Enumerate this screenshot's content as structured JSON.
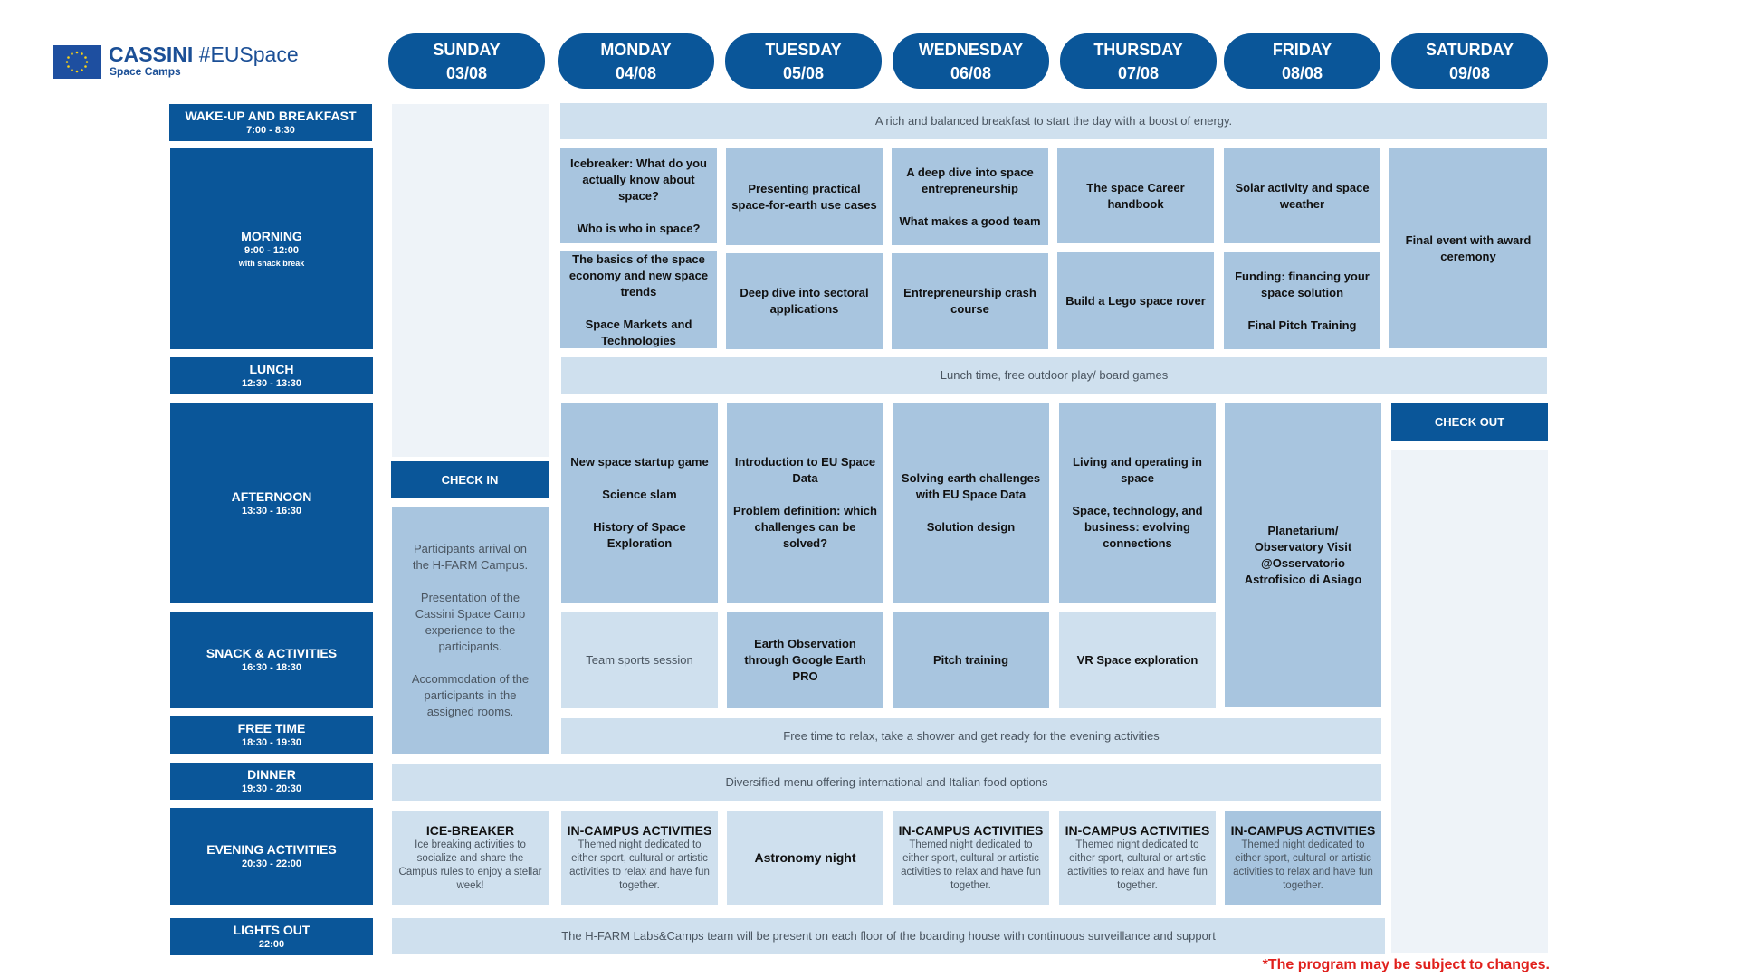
{
  "logo": {
    "title": "CASSINI",
    "hashtag": "#EUSpace",
    "subtitle": "Space Camps"
  },
  "days": [
    {
      "name": "SUNDAY",
      "date": "03/08"
    },
    {
      "name": "MONDAY",
      "date": "04/08"
    },
    {
      "name": "TUESDAY",
      "date": "05/08"
    },
    {
      "name": "WEDNESDAY",
      "date": "06/08"
    },
    {
      "name": "THURSDAY",
      "date": "07/08"
    },
    {
      "name": "FRIDAY",
      "date": "08/08"
    },
    {
      "name": "SATURDAY",
      "date": "09/08"
    }
  ],
  "slots": {
    "breakfast": {
      "name": "WAKE-UP AND BREAKFAST",
      "time": "7:00 - 8:30"
    },
    "morning": {
      "name": "MORNING",
      "time": "9:00 - 12:00",
      "note": "with snack break"
    },
    "lunch": {
      "name": "LUNCH",
      "time": "12:30 - 13:30"
    },
    "afternoon": {
      "name": "AFTERNOON",
      "time": "13:30 - 16:30"
    },
    "snack": {
      "name": "SNACK & ACTIVITIES",
      "time": "16:30 - 18:30"
    },
    "free": {
      "name": "FREE TIME",
      "time": "18:30 - 19:30"
    },
    "dinner": {
      "name": "DINNER",
      "time": "19:30 - 20:30"
    },
    "evening": {
      "name": "EVENING ACTIVITIES",
      "time": "20:30 - 22:00"
    },
    "lights": {
      "name": "LIGHTS OUT",
      "time": "22:00"
    }
  },
  "banners": {
    "breakfast": "A rich and balanced breakfast to start the day with a boost of energy.",
    "lunch": "Lunch time, free outdoor play/ board games",
    "free": "Free time to relax, take a shower and get ready for the evening activities",
    "dinner": "Diversified menu offering international and Italian food options",
    "lights": "The H-FARM Labs&Camps team will be present on each floor of the boarding house with continuous surveillance and support"
  },
  "morning": {
    "mon1": "Icebreaker: What do you actually know about space?\n\nWho is who in space?",
    "mon2": "The basics of the space economy and new space trends\n\nSpace Markets and Technologies",
    "tue1": "Presenting practical space-for-earth use cases",
    "tue2": "Deep dive into sectoral applications",
    "wed1": "A deep dive into space entrepreneurship\n\nWhat makes a good team",
    "wed2": "Entrepreneurship crash course",
    "thu1": "The space Career handbook",
    "thu2": "Build a Lego space rover",
    "fri1": "Solar activity and space weather",
    "fri2": "Funding: financing your space solution\n\nFinal Pitch Training",
    "sat": "Final event with award ceremony"
  },
  "sunday": {
    "checkin": "CHECK IN",
    "info": "Participants arrival on the H-FARM Campus.\n\nPresentation of the Cassini Space Camp experience to the participants.\n\nAccommodation of the participants in the assigned rooms."
  },
  "afternoon": {
    "mon": "New space startup game\n\nScience slam\n\nHistory of Space Exploration",
    "tue": "Introduction to EU Space Data\n\nProblem definition: which challenges can be solved?",
    "wed": "Solving earth challenges with EU Space Data\n\nSolution design",
    "thu": "Living and operating in space\n\nSpace, technology, and business: evolving connections",
    "fri": "Planetarium/ Observatory Visit @Osservatorio Astrofisico di Asiago",
    "sat_checkout": "CHECK OUT"
  },
  "snack": {
    "mon": "Team sports session",
    "tue": "Earth Observation through Google Earth PRO",
    "wed": "Pitch training",
    "thu": "VR Space exploration"
  },
  "evening": {
    "sun": {
      "title": "ICE-BREAKER",
      "desc": "Ice breaking activities to socialize and share the Campus rules to enjoy a stellar week!"
    },
    "mon": {
      "title": "IN-CAMPUS ACTIVITIES",
      "desc": "Themed night dedicated to either sport, cultural or artistic activities to relax and have fun together."
    },
    "tue": {
      "title": "Astronomy night"
    },
    "wed": {
      "title": "IN-CAMPUS ACTIVITIES",
      "desc": "Themed night dedicated to either sport, cultural or artistic activities to relax and have fun together."
    },
    "thu": {
      "title": "IN-CAMPUS ACTIVITIES",
      "desc": "Themed night dedicated to either sport, cultural or artistic activities to relax and have fun together."
    },
    "fri": {
      "title": "IN-CAMPUS ACTIVITIES",
      "desc": "Themed night dedicated to either sport, cultural or artistic activities to relax and have fun together."
    }
  },
  "disclaimer": "*The program may be subject to changes.",
  "colors": {
    "primary": "#0a5699",
    "cell_dark": "#a8c5df",
    "cell_light": "#cfe0ee",
    "cell_pale": "#eef3f8",
    "disclaimer": "#e0201c"
  }
}
